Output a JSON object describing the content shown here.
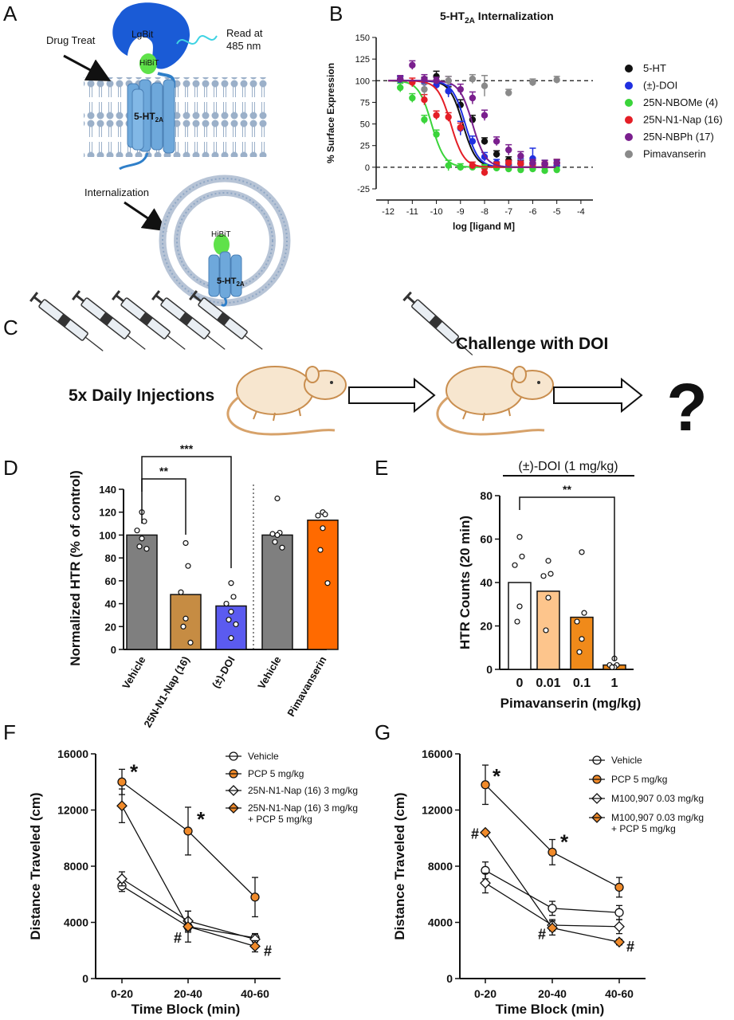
{
  "panels": {
    "a": "A",
    "b": "B",
    "c": "C",
    "d": "D",
    "e": "E",
    "f": "F",
    "g": "G"
  },
  "panel_a": {
    "drug_treat": "Drug Treat",
    "lgbit": "LgBit",
    "hibit": "HiBiT",
    "read_line1": "Read at",
    "read_line2": "485 nm",
    "receptor": "5-HT",
    "receptor_sub": "2A",
    "internalization": "Internalization",
    "hibit2": "HiBiT",
    "receptor2": "5-HT",
    "receptor2_sub": "2A"
  },
  "panel_c": {
    "daily_label": "5x Daily Injections",
    "challenge_label": "Challenge with DOI",
    "question": "?"
  },
  "colors": {
    "black": "#111111",
    "blue": "#1f2fe0",
    "green": "#3ad43a",
    "red": "#e41e26",
    "purple": "#7a1f8e",
    "gray": "#8a8a8a",
    "bar_gray": "#7f7f7f",
    "bar_tan": "#c68c43",
    "bar_blue": "#5b5bf0",
    "bar_orange": "#ff6a00",
    "bar_peach": "#fdc58c",
    "bar_dark_orange": "#f08a1a",
    "pcp_orange": "#f08a2a"
  },
  "chart_data": [
    {
      "id": "B",
      "type": "line",
      "title": "5-HT",
      "title_sub": "2A",
      "title_tail": " Internalization",
      "xlabel": "log [ligand M]",
      "ylabel": "% Surface Expression",
      "xlim": [
        -12.5,
        -3.5
      ],
      "ylim": [
        -25,
        150
      ],
      "xticks": [
        "-12",
        "-11",
        "-10",
        "-9",
        "-8",
        "-7",
        "-6",
        "-5",
        "-4"
      ],
      "yticks": [
        "-25",
        "0",
        "25",
        "50",
        "75",
        "100",
        "125",
        "150"
      ],
      "reference_lines": [
        0,
        100
      ],
      "series": [
        {
          "name": "5-HT",
          "color": "#111111",
          "ec50": -8.9,
          "x": [
            -11.5,
            -10.5,
            -10,
            -9.5,
            -9,
            -8.5,
            -8,
            -7.5,
            -7,
            -6.5,
            -6,
            -5.5,
            -5
          ],
          "y": [
            101,
            100,
            105,
            88,
            72,
            55,
            30,
            15,
            8,
            4,
            4,
            4,
            5
          ],
          "err": [
            4,
            4,
            6,
            5,
            6,
            5,
            4,
            4,
            4,
            4,
            4,
            4,
            4
          ]
        },
        {
          "name": "(±)-DOI",
          "color": "#1f2fe0",
          "ec50": -8.8,
          "x": [
            -11.5,
            -10.5,
            -10,
            -9.5,
            -9,
            -8.5,
            -8,
            -7.5,
            -7,
            -6.5,
            -6,
            -5.5,
            -5
          ],
          "y": [
            100,
            98,
            95,
            88,
            45,
            30,
            12,
            5,
            3,
            5,
            10,
            3,
            2
          ],
          "err": [
            5,
            5,
            6,
            7,
            8,
            6,
            5,
            4,
            4,
            5,
            12,
            5,
            6
          ]
        },
        {
          "name": "25N-NBOMe (4)",
          "color": "#3ad43a",
          "ec50": -10.2,
          "x": [
            -11.5,
            -11,
            -10.5,
            -10,
            -9.5,
            -9,
            -8.5,
            -8,
            -7.5,
            -7,
            -6.5,
            -6,
            -5.5,
            -5
          ],
          "y": [
            92,
            80,
            55,
            38,
            2,
            0,
            0,
            0,
            -1,
            -2,
            -3,
            -2,
            -4,
            -3
          ],
          "err": [
            5,
            5,
            5,
            5,
            6,
            4,
            3,
            3,
            3,
            3,
            3,
            3,
            3,
            3
          ]
        },
        {
          "name": "25N-N1-Nap (16)",
          "color": "#e41e26",
          "ec50": -9.4,
          "x": [
            -11,
            -10.5,
            -10,
            -9.5,
            -9,
            -8.5,
            -8,
            -7.5,
            -7,
            -6.5,
            -6,
            -5.5,
            -5
          ],
          "y": [
            98,
            78,
            60,
            58,
            46,
            2,
            -6,
            3,
            5,
            4,
            3,
            3,
            5
          ],
          "err": [
            5,
            6,
            5,
            5,
            5,
            4,
            4,
            3,
            3,
            3,
            3,
            3,
            4
          ]
        },
        {
          "name": "25N-NBPh (17)",
          "color": "#7a1f8e",
          "ec50": -8.5,
          "x": [
            -11.5,
            -11,
            -10.5,
            -10,
            -9.5,
            -9,
            -8.5,
            -8,
            -7.5,
            -7,
            -6.5,
            -6,
            -5.5,
            -5
          ],
          "y": [
            102,
            118,
            102,
            100,
            100,
            90,
            80,
            60,
            30,
            20,
            13,
            5,
            4,
            5
          ],
          "err": [
            4,
            5,
            5,
            4,
            5,
            6,
            7,
            6,
            5,
            6,
            5,
            4,
            4,
            4
          ]
        },
        {
          "name": "Pimavanserin",
          "color": "#8a8a8a",
          "x": [
            -10.5,
            -9.5,
            -8.5,
            -8,
            -7,
            -6,
            -5
          ],
          "y": [
            90,
            100,
            102,
            94,
            86,
            98,
            101
          ],
          "err": [
            6,
            5,
            5,
            12,
            4,
            4,
            4
          ]
        }
      ]
    },
    {
      "id": "D",
      "type": "bar",
      "ylabel": "Normalized HTR (% of control)",
      "ylim": [
        0,
        140
      ],
      "yticks": [
        "0",
        "20",
        "40",
        "60",
        "80",
        "100",
        "120",
        "140"
      ],
      "categories": [
        "Vehicle",
        "25N-N1-Nap (16)",
        "(±)-DOI",
        "Vehicle",
        "Pimavanserin"
      ],
      "values": [
        100,
        48,
        38,
        100,
        113
      ],
      "colors": [
        "#7f7f7f",
        "#c68c43",
        "#5b5bf0",
        "#7f7f7f",
        "#ff6a00"
      ],
      "points": [
        [
          120,
          112,
          104,
          97,
          90,
          88
        ],
        [
          93,
          73,
          50,
          27,
          20,
          6
        ],
        [
          58,
          46,
          40,
          33,
          26,
          22,
          10
        ],
        [
          132,
          102,
          101,
          100,
          94,
          89
        ],
        [
          120,
          118,
          117,
          106,
          87,
          58
        ]
      ],
      "significance": [
        {
          "from": 0,
          "to": 1,
          "label": "**"
        },
        {
          "from": 0,
          "to": 2,
          "label": "***"
        }
      ]
    },
    {
      "id": "E",
      "type": "bar",
      "header": "(±)-DOI (1 mg/kg)",
      "xlabel": "Pimavanserin (mg/kg)",
      "ylabel": "HTR Counts (20 min)",
      "ylim": [
        0,
        80
      ],
      "yticks": [
        "0",
        "20",
        "40",
        "60",
        "80"
      ],
      "categories": [
        "0",
        "0.01",
        "0.1",
        "1"
      ],
      "values": [
        40,
        36,
        24,
        2
      ],
      "colors": [
        "#ffffff",
        "#fdc58c",
        "#f08a1a",
        "#f08a1a"
      ],
      "points": [
        [
          61,
          52,
          48,
          29,
          22
        ],
        [
          50,
          44,
          43,
          33,
          18
        ],
        [
          54,
          26,
          22,
          14,
          8
        ],
        [
          5,
          2,
          2,
          1,
          1
        ]
      ],
      "significance": [
        {
          "from": 0,
          "to": 3,
          "label": "**"
        }
      ]
    },
    {
      "id": "F",
      "type": "line",
      "xlabel": "Time Block (min)",
      "ylabel": "Distance Traveled (cm)",
      "ylim": [
        0,
        16000
      ],
      "yticks": [
        "0",
        "4000",
        "8000",
        "12000",
        "16000"
      ],
      "categories": [
        "0-20",
        "20-40",
        "40-60"
      ],
      "series": [
        {
          "name": "Vehicle",
          "marker": "circle",
          "fill": "#ffffff",
          "values": [
            6600,
            3700,
            2900
          ],
          "err": [
            400,
            400,
            300
          ]
        },
        {
          "name": "PCP 5 mg/kg",
          "marker": "circle",
          "fill": "#f08a2a",
          "values": [
            14000,
            10500,
            5800
          ],
          "err": [
            900,
            1700,
            1400
          ]
        },
        {
          "name": "25N-N1-Nap (16) 3 mg/kg",
          "marker": "diamond",
          "fill": "#ffffff",
          "values": [
            7100,
            4100,
            2800
          ],
          "err": [
            500,
            700,
            400
          ]
        },
        {
          "name": "25N-N1-Nap (16) 3 mg/kg + PCP 5 mg/kg",
          "name_line1": "25N-N1-Nap (16) 3 mg/kg",
          "name_line2": "+ PCP 5 mg/kg",
          "marker": "diamond",
          "fill": "#f08a2a",
          "values": [
            12300,
            3700,
            2300
          ],
          "err": [
            1200,
            1100,
            400
          ]
        }
      ],
      "annotations": [
        {
          "series": 1,
          "point": 0,
          "label": "*"
        },
        {
          "series": 1,
          "point": 1,
          "label": "*"
        },
        {
          "series": 3,
          "point": 1,
          "label": "#"
        },
        {
          "series": 3,
          "point": 2,
          "label": "#"
        }
      ]
    },
    {
      "id": "G",
      "type": "line",
      "xlabel": "Time Block (min)",
      "ylabel": "Distance Traveled (cm)",
      "ylim": [
        0,
        16000
      ],
      "yticks": [
        "0",
        "4000",
        "8000",
        "12000",
        "16000"
      ],
      "categories": [
        "0-20",
        "20-40",
        "40-60"
      ],
      "series": [
        {
          "name": "Vehicle",
          "marker": "circle",
          "fill": "#ffffff",
          "values": [
            7700,
            5000,
            4700
          ],
          "err": [
            600,
            500,
            500
          ]
        },
        {
          "name": "PCP 5 mg/kg",
          "marker": "circle",
          "fill": "#f08a2a",
          "values": [
            13800,
            9000,
            6500
          ],
          "err": [
            1400,
            900,
            700
          ]
        },
        {
          "name": "M100,907 0.03 mg/kg",
          "marker": "diamond",
          "fill": "#ffffff",
          "values": [
            6800,
            3800,
            3700
          ],
          "err": [
            700,
            400,
            500
          ]
        },
        {
          "name": "M100,907 0.03 mg/kg + PCP 5 mg/kg",
          "name_line1": "M100,907 0.03 mg/kg",
          "name_line2": "+ PCP 5 mg/kg",
          "marker": "diamond",
          "fill": "#f08a2a",
          "values": [
            10400,
            3600,
            2600
          ],
          "err": [
            0,
            500,
            200
          ]
        }
      ],
      "annotations": [
        {
          "series": 1,
          "point": 0,
          "label": "*"
        },
        {
          "series": 1,
          "point": 1,
          "label": "*"
        },
        {
          "series": 3,
          "point": 0,
          "label": "#"
        },
        {
          "series": 3,
          "point": 1,
          "label": "#"
        },
        {
          "series": 3,
          "point": 2,
          "label": "#"
        }
      ]
    }
  ]
}
